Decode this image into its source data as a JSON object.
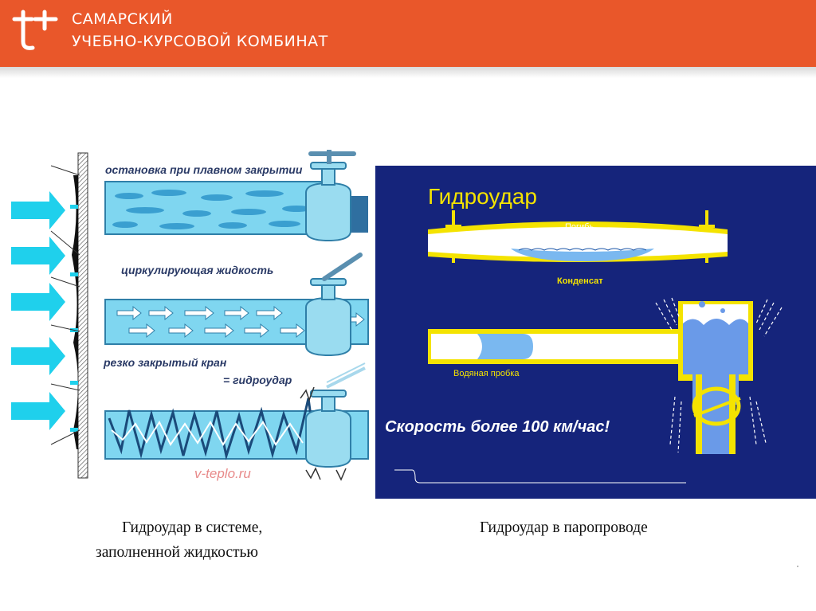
{
  "header": {
    "org_line1": "САМАРСКИЙ",
    "org_line2": "УЧЕБНО-КУРСОВОЙ КОМБИНАТ",
    "color": "#e9572a",
    "logo_icon": "tt-logo-icon"
  },
  "left_figure": {
    "label_stop": "остановка при плавном закрытии",
    "label_circulating": "циркулирующая жидкость",
    "label_sharp_line1": "резко закрытый кран",
    "label_sharp_line2": "= гидроудар",
    "watermark": "v-teplo.ru",
    "pipe_color": "#7fd6f0",
    "arrow_color": "#1fd0ec"
  },
  "right_figure": {
    "title": "Гидроудар",
    "label_bend": "Погибь",
    "label_condensate": "Конденсат",
    "label_water_plug": "Водяная пробка",
    "speed_text": "Скорость более 100 км/час!",
    "background": "#15247b",
    "pipe_border": "#f4e300"
  },
  "captions": {
    "left_line1": "Гидроудар в системе,",
    "left_line2": "заполненной  жидкостью",
    "right": "Гидроудар в паропроводе"
  }
}
